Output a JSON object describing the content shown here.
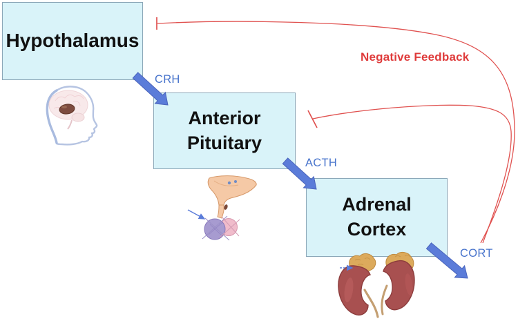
{
  "boxes": {
    "hypothalamus": {
      "label": "Hypothalamus"
    },
    "anterior_pituitary": {
      "label": "Anterior Pituitary"
    },
    "adrenal_cortex": {
      "label": "Adrenal Cortex"
    }
  },
  "hormones": {
    "crh": "CRH",
    "acth": "ACTH",
    "cort": "CORT"
  },
  "feedback": {
    "label": "Negative Feedback"
  },
  "illustrations": {
    "brain": "human-head-profile-with-hypothalamus-highlighted",
    "pituitary": "pituitary-gland-with-anterior-lobe-arrow",
    "kidneys": "kidneys-with-adrenal-glands-arrow"
  },
  "colors": {
    "box_fill": "#d9f3f9",
    "box_border": "#8ba7b8",
    "box_text": "#111111",
    "arrow_fill": "#5b7cd9",
    "arrow_edge": "#4a64bb",
    "hormone_text": "#4874cc",
    "feedback_text": "#df3b3b",
    "feedback_line": "#e0514f"
  }
}
